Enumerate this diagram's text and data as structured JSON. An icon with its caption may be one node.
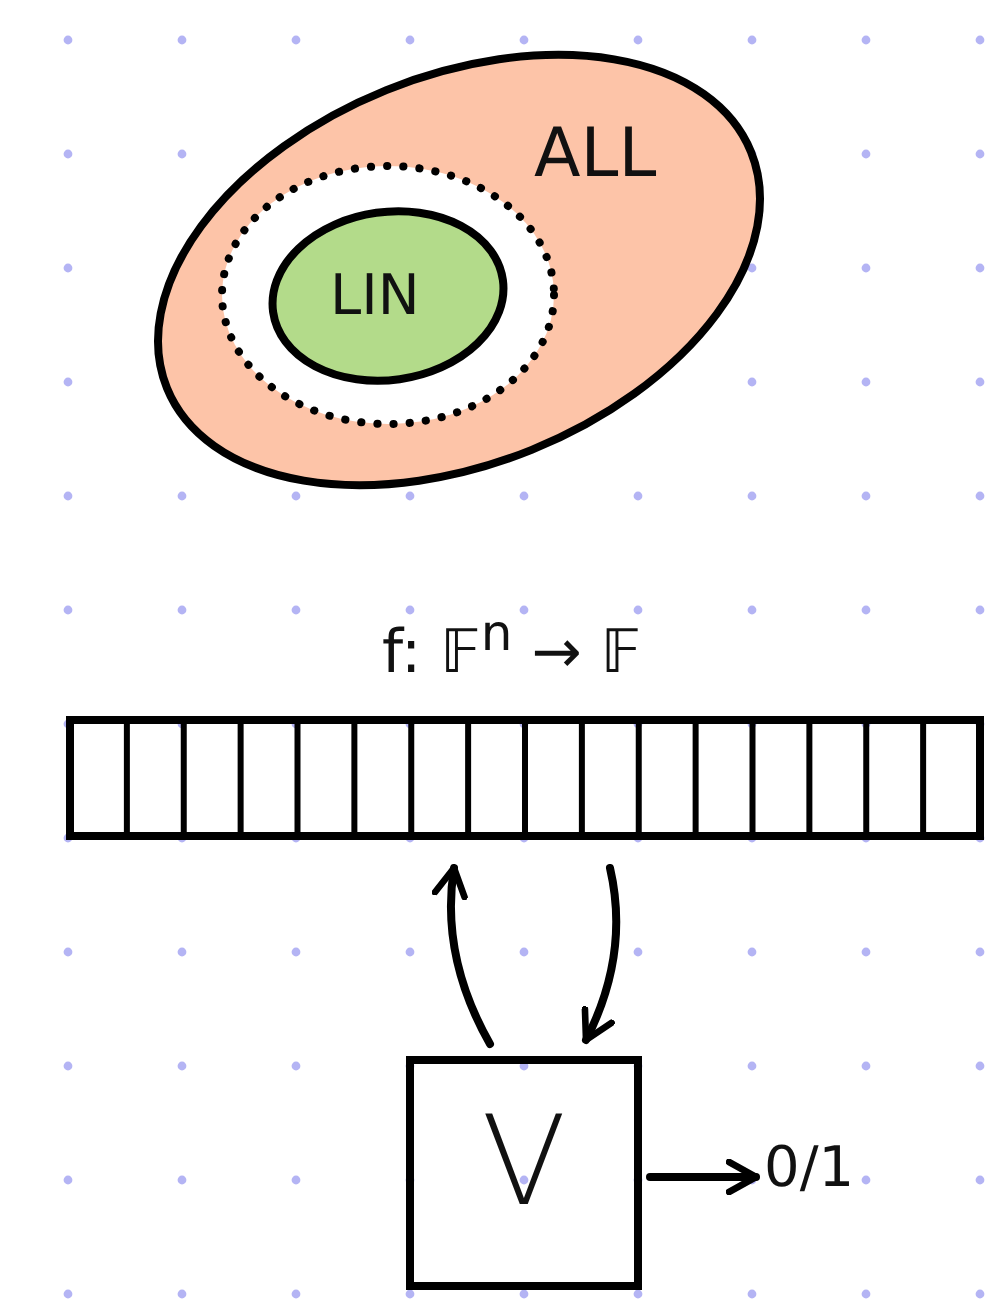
{
  "diagram": {
    "nodes": [
      {
        "text": [
          "ALL"
        ]
      },
      {
        "text": [],
        "shape": "ellipse",
        "in": 0
      },
      {
        "text": [
          "LIN"
        ],
        "in": 1
      },
      {
        "text": [
          "f: 𝔽$^{n}$ → 𝔽"
        ]
      },
      {
        "text": [
          "V"
        ]
      },
      {
        "text": [
          "0/1"
        ]
      }
    ],
    "edges": [
      {
        "from": 4,
        "to": 3,
        "arrow": "to"
      },
      {
        "from": 3,
        "to": 4,
        "arrow": "to"
      },
      {
        "from": 4,
        "to": 5,
        "arrow": "to"
      }
    ]
  }
}
